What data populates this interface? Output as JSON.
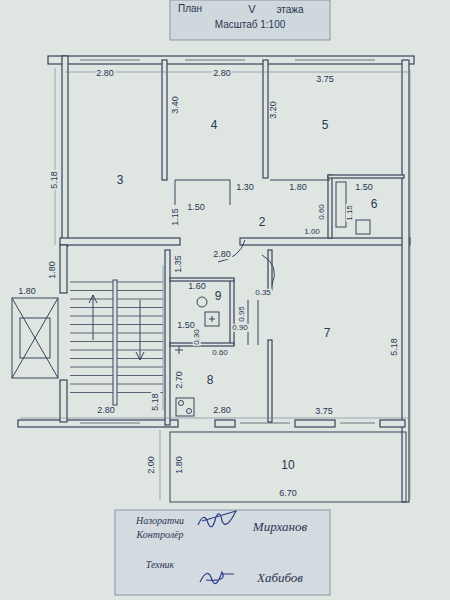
{
  "diagram": {
    "labels": [
      "План",
      "V",
      "этажа",
      "Масштаб 1:100",
      "2.80",
      "2.80",
      "3.75",
      "5.18",
      "3.40",
      "3.20",
      "3",
      "4",
      "5",
      "1.30",
      "1.50",
      "1.80",
      "1.50",
      "0.60",
      "1.15",
      "1.00",
      "6",
      "1.15",
      "2",
      "2.80",
      "1.35",
      "1.60",
      "0.35",
      "9",
      "0.95",
      "0.90",
      "1.50",
      "0.30",
      "0.60",
      "7",
      "5.18",
      "2.70",
      "8",
      "5.18",
      "2.80",
      "2.80",
      "3.75",
      "1.80",
      "1.80",
      "2.00",
      "1.80",
      "10",
      "6.70",
      "Назоратчи",
      "Контролёр",
      "Мирханов",
      "Техник",
      "Хабибов"
    ]
  }
}
